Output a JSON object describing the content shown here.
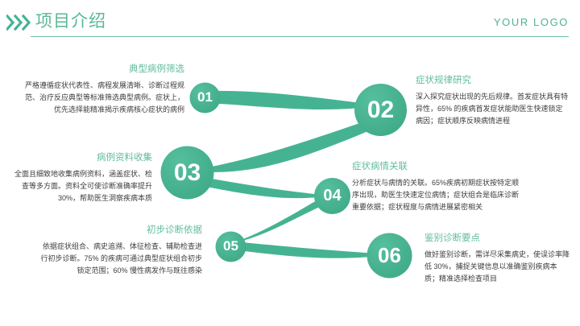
{
  "header": {
    "title": "项目介绍",
    "logo": "YOUR LOGO",
    "chevron_icon": "triple-chevron-right-icon"
  },
  "theme": {
    "green": "#45b392",
    "green_light": "#62bd9b",
    "green_dark": "#3aa483",
    "text": "#3d3d3d",
    "rule": "#6fc0a3"
  },
  "nodes": [
    {
      "number": "01",
      "title": "典型病例筛选",
      "body": "严格遵循症状代表性、病程发展清晰、诊断过程规范、治疗反应典型等标准筛选典型病例。症状上，优先选择能精准揭示疾病核心症状的病例"
    },
    {
      "number": "02",
      "title": "症状规律研究",
      "body": "深入探究症状出现的先后规律。首发症状具有特异性，65% 的疾病首发症状能助医生快速锁定病因；症状顺序反映病情进程"
    },
    {
      "number": "03",
      "title": "病例资料收集",
      "body": "全面且细致地收集病例资料，涵盖症状、检查等多方面。资料全可使诊断准确率提升30%，帮助医生洞察疾病本质"
    },
    {
      "number": "04",
      "title": "症状病情关联",
      "body": "分析症状与病情的关联。65%疾病初期症状按特定顺序出现，助医生快速定位病情；症状组合是临床诊断重要依据；症状程度与病情进展紧密相关"
    },
    {
      "number": "05",
      "title": "初步诊断依据",
      "body": "依据症状组合、病史追溯、体征检查、辅助检查进行初步诊断。75% 的疾病可通过典型症状组合初步锁定范围；60% 慢性病发作与既往感染"
    },
    {
      "number": "06",
      "title": "鉴别诊断要点",
      "body": "做好鉴别诊断，需详尽采集病史，使误诊率降低 30%，捕捉关键信息以准确鉴别疾病本质；精准选择检查项目"
    }
  ]
}
